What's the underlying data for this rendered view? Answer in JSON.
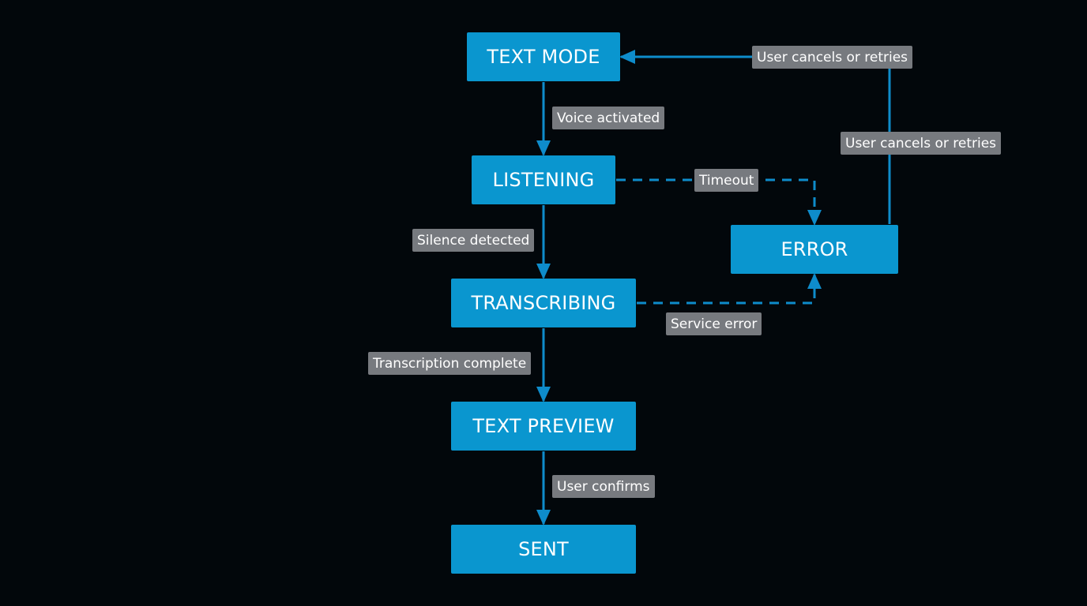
{
  "colors": {
    "background": "#02070b",
    "node_fill": "#0a96cf",
    "edge_stroke": "#0e8ccb",
    "label_fill": "#777a7f",
    "text": "#ffffff"
  },
  "diagram": {
    "nodes": [
      {
        "id": "text-mode",
        "label": "TEXT MODE"
      },
      {
        "id": "listening",
        "label": "LISTENING"
      },
      {
        "id": "transcribing",
        "label": "TRANSCRIBING"
      },
      {
        "id": "text-preview",
        "label": "TEXT PREVIEW"
      },
      {
        "id": "sent",
        "label": "SENT"
      },
      {
        "id": "error",
        "label": "ERROR"
      }
    ],
    "edges": [
      {
        "id": "voice-activated",
        "from": "text-mode",
        "to": "listening",
        "label": "Voice activated",
        "style": "solid"
      },
      {
        "id": "silence-detected",
        "from": "listening",
        "to": "transcribing",
        "label": "Silence detected",
        "style": "solid"
      },
      {
        "id": "transcription-complete",
        "from": "transcribing",
        "to": "text-preview",
        "label": "Transcription complete",
        "style": "solid"
      },
      {
        "id": "user-confirms",
        "from": "text-preview",
        "to": "sent",
        "label": "User confirms",
        "style": "solid"
      },
      {
        "id": "timeout",
        "from": "listening",
        "to": "error",
        "label": "Timeout",
        "style": "dashed"
      },
      {
        "id": "service-error",
        "from": "transcribing",
        "to": "error",
        "label": "Service error",
        "style": "dashed"
      },
      {
        "id": "user-cancels-retries",
        "from": "error",
        "to": "text-mode",
        "label": "User cancels or retries",
        "label2": "User cancels or retries",
        "style": "solid"
      }
    ]
  }
}
